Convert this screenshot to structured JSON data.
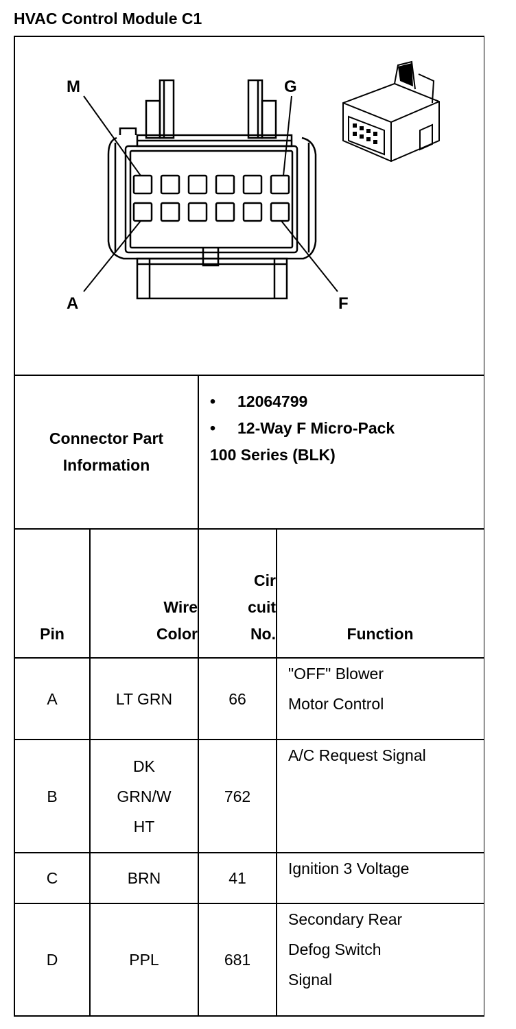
{
  "title": "HVAC Control Module C1",
  "diagram": {
    "pin_labels": {
      "top_left": "M",
      "top_right": "G",
      "bottom_left": "A",
      "bottom_right": "F"
    }
  },
  "connector_info": {
    "label_line1": "Connector Part",
    "label_line2": "Information",
    "part_number": "12064799",
    "description_line1": "12-Way F Micro-Pack",
    "description_line2": "100 Series (BLK)",
    "bullet": "•"
  },
  "table": {
    "headers": {
      "pin": "Pin",
      "wire_color_line1": "Wire",
      "wire_color_line2": "Color",
      "circuit_line1": "Cir",
      "circuit_line2": "cuit",
      "circuit_line3": "No.",
      "function": "Function"
    },
    "rows": [
      {
        "pin": "A",
        "wire": [
          "LT GRN"
        ],
        "circuit": "66",
        "function": [
          "\"OFF\" Blower",
          "Motor Control"
        ]
      },
      {
        "pin": "B",
        "wire": [
          "DK",
          "GRN/W",
          "HT"
        ],
        "circuit": "762",
        "function": [
          "A/C Request Signal"
        ]
      },
      {
        "pin": "C",
        "wire": [
          "BRN"
        ],
        "circuit": "41",
        "function": [
          "Ignition 3 Voltage"
        ]
      },
      {
        "pin": "D",
        "wire": [
          "PPL"
        ],
        "circuit": "681",
        "function": [
          "Secondary Rear",
          "Defog Switch",
          "Signal"
        ]
      }
    ]
  }
}
